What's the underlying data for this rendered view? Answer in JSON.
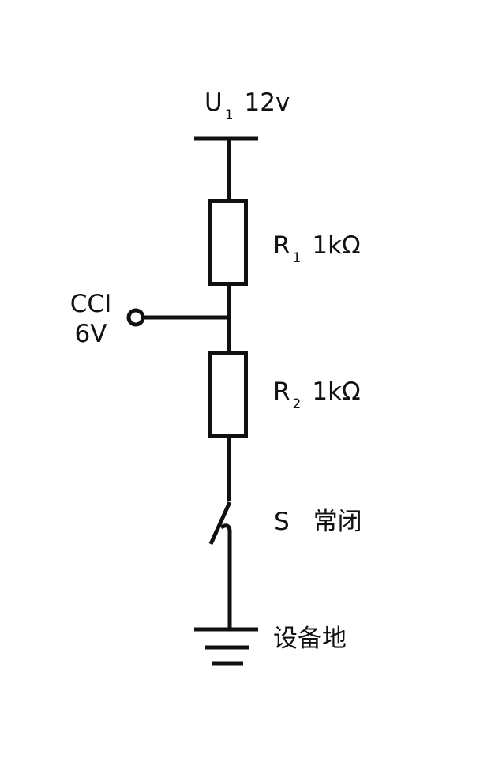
{
  "diagram": {
    "type": "circuit-schematic",
    "stroke_color": "#111111",
    "supply": {
      "symbol": "U",
      "subscript": "1",
      "value": "12v"
    },
    "resistors": [
      {
        "symbol": "R",
        "subscript": "1",
        "value": "1kΩ"
      },
      {
        "symbol": "R",
        "subscript": "2",
        "value": "1kΩ"
      }
    ],
    "tap": {
      "name": "CCI",
      "value": "6V"
    },
    "switch": {
      "symbol": "S",
      "state": "常闭"
    },
    "ground": {
      "label": "设备地"
    }
  }
}
